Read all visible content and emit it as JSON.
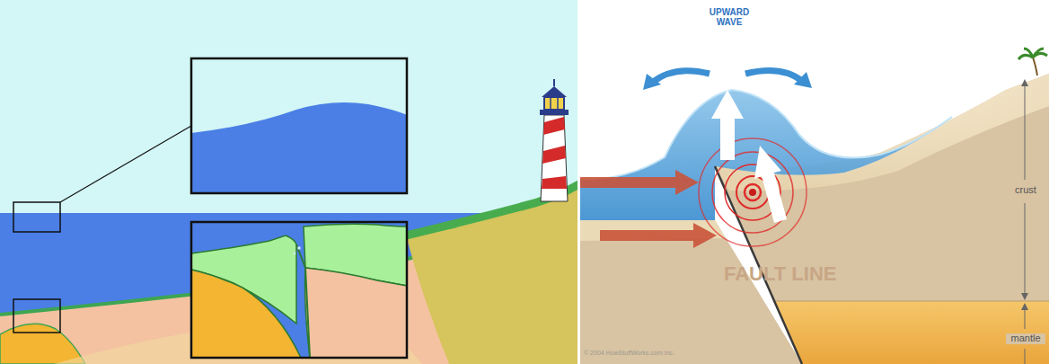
{
  "diagram": {
    "labels": [
      "UPWARD WAVE",
      "crust",
      "FAULT LINE",
      "mantle",
      "© 2004 HowStuffWorks.com Inc."
    ]
  }
}
